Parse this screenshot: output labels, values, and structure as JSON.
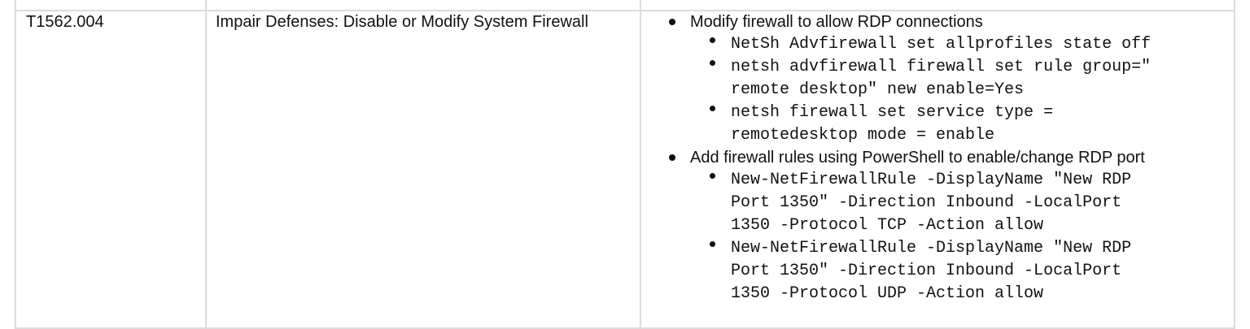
{
  "row": {
    "technique_id": "T1562.004",
    "technique_name": "Impair Defenses: Disable or Modify System Firewall",
    "procedures": [
      {
        "text": "Modify firewall to allow RDP connections",
        "commands": [
          "NetSh Advfirewall set allprofiles state off",
          "netsh advfirewall firewall set rule group=\"\nremote desktop\" new enable=Yes",
          "netsh firewall set service type =\nremotedesktop mode = enable"
        ]
      },
      {
        "text": "Add firewall rules using PowerShell to enable/change RDP port",
        "commands": [
          "New-NetFirewallRule -DisplayName \"New RDP\nPort 1350\" -Direction Inbound -LocalPort\n1350 -Protocol TCP -Action allow",
          "New-NetFirewallRule -DisplayName \"New RDP\nPort 1350\" -Direction Inbound -LocalPort\n1350 -Protocol UDP -Action allow"
        ]
      }
    ]
  }
}
